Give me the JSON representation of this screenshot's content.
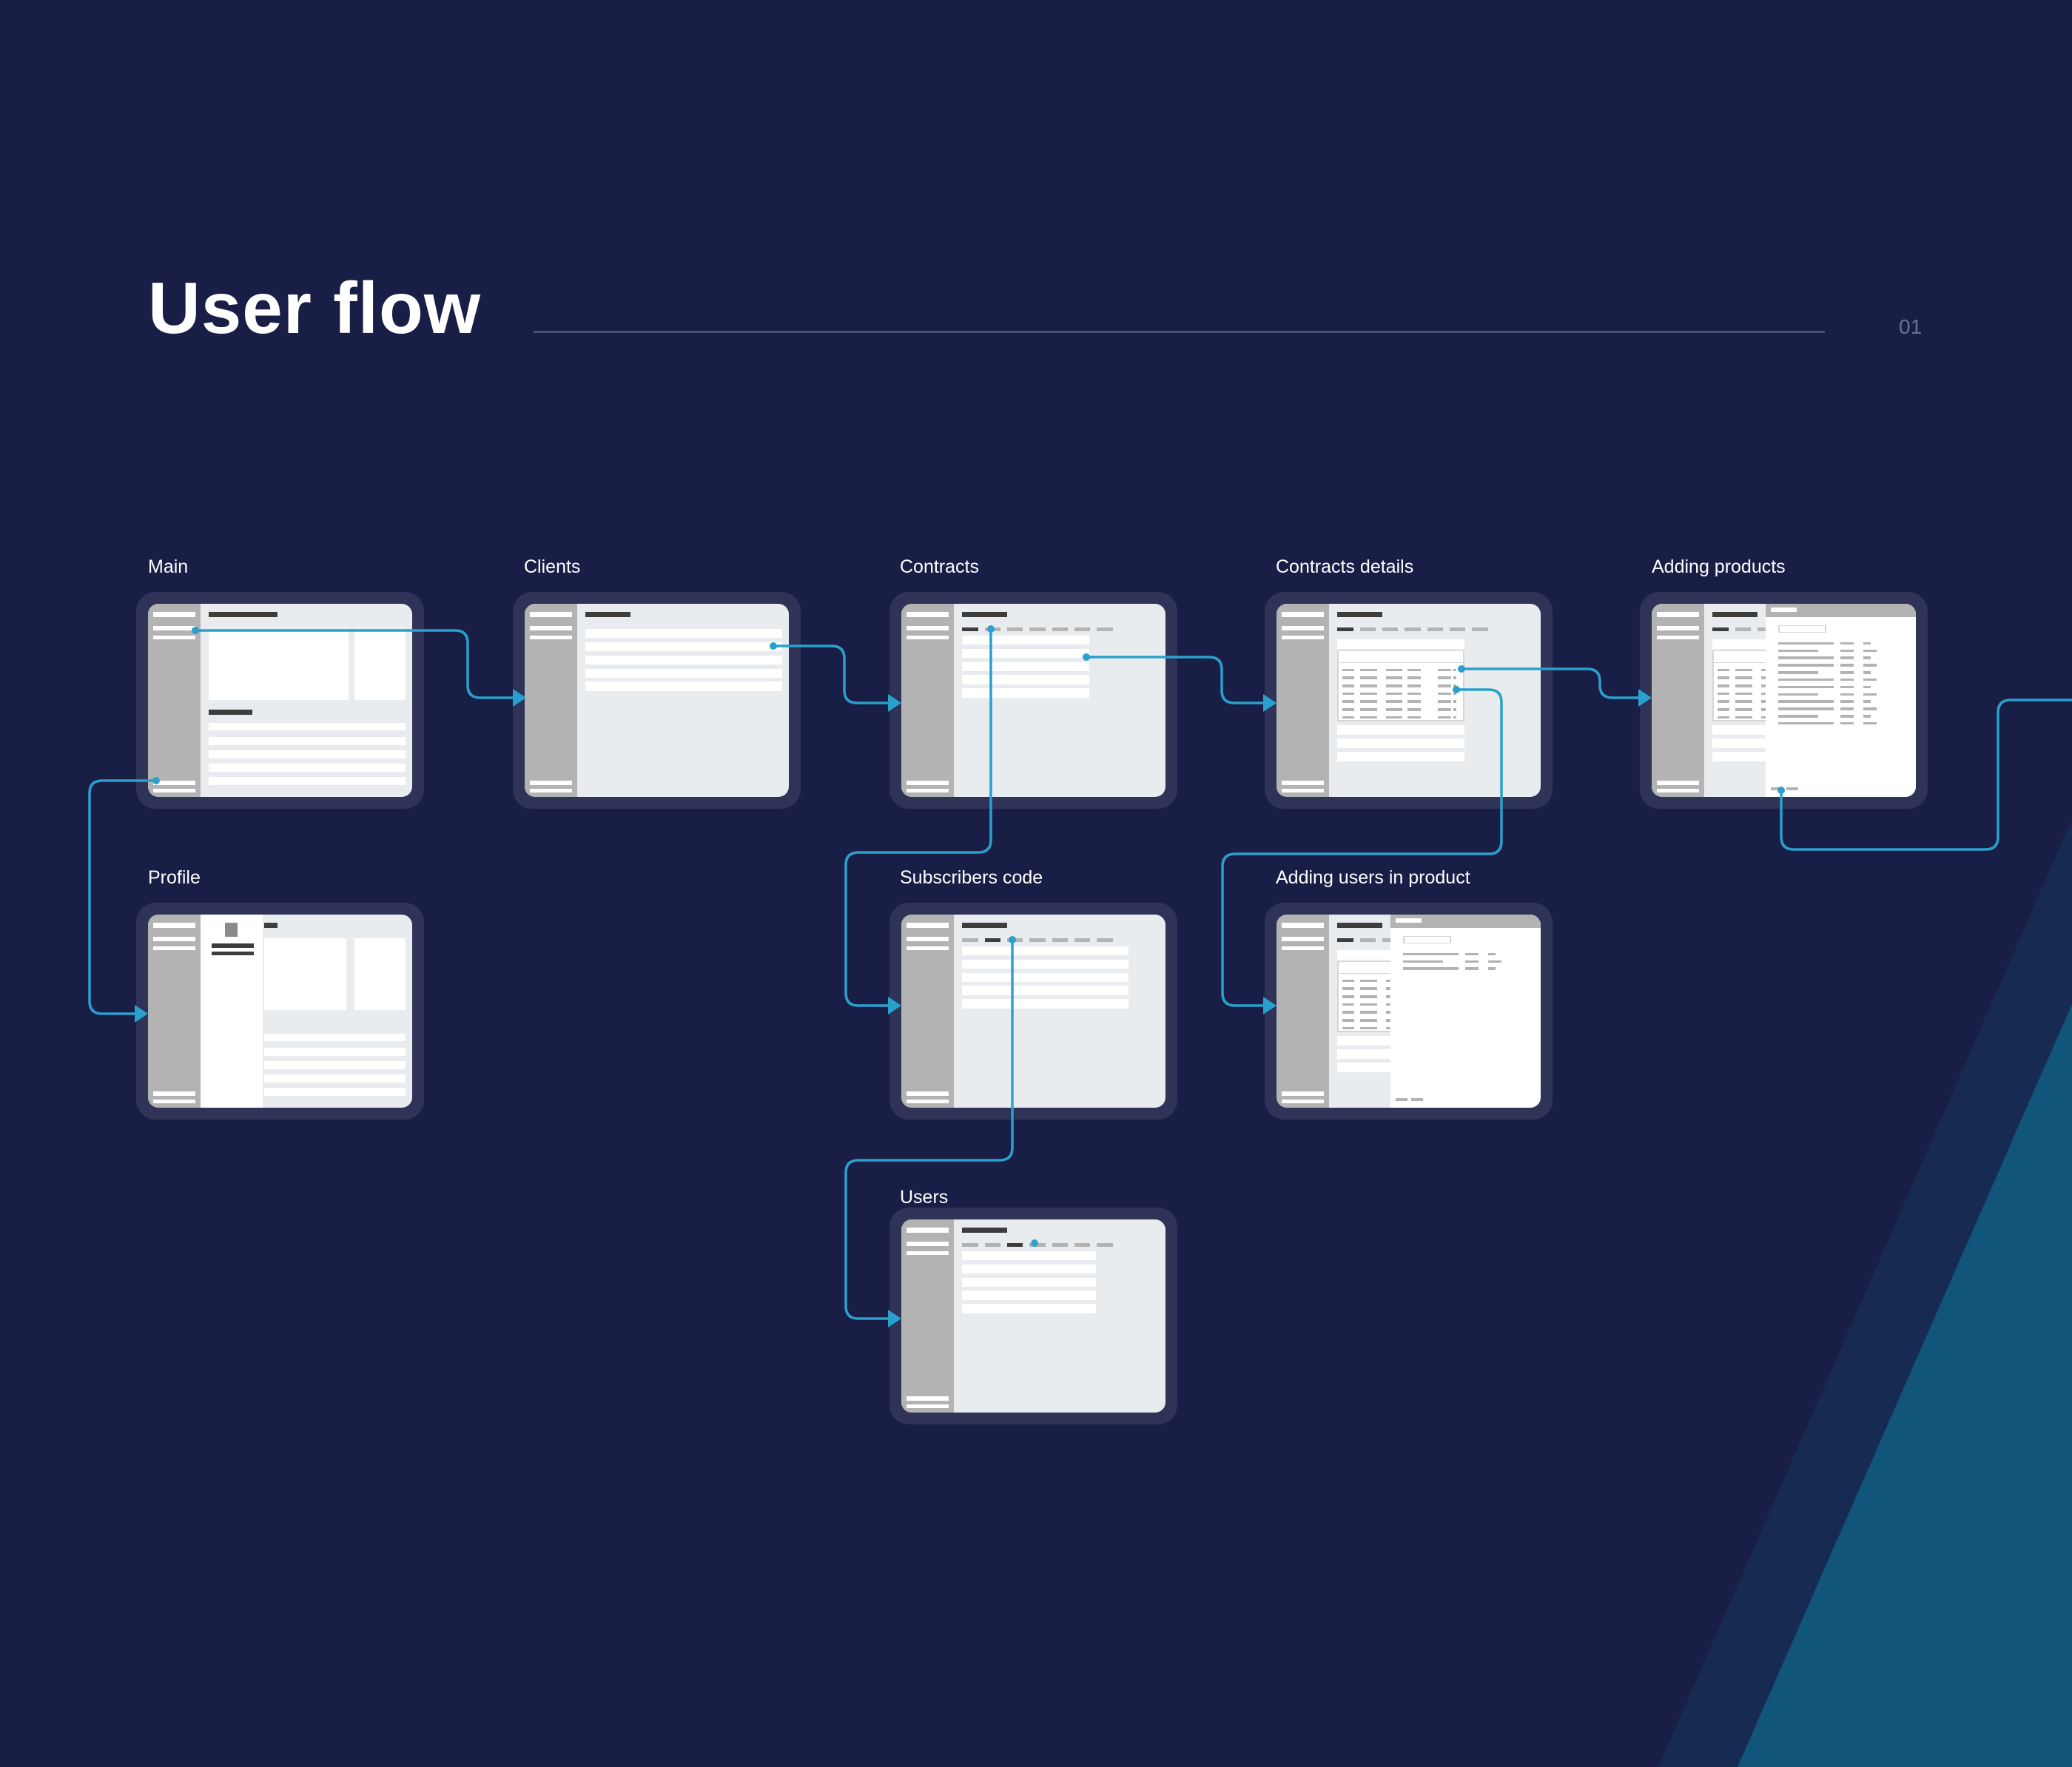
{
  "header": {
    "title": "User flow",
    "page_number": "01"
  },
  "cards": [
    {
      "id": "main",
      "label": "Main"
    },
    {
      "id": "clients",
      "label": "Clients"
    },
    {
      "id": "contracts",
      "label": "Contracts"
    },
    {
      "id": "contracts-details",
      "label": "Contracts details"
    },
    {
      "id": "adding-products",
      "label": "Adding products"
    },
    {
      "id": "profile",
      "label": "Profile"
    },
    {
      "id": "subscribers-code",
      "label": "Subscribers code"
    },
    {
      "id": "adding-users",
      "label": "Adding users in product"
    },
    {
      "id": "users",
      "label": "Users"
    }
  ],
  "colors": {
    "background": "#191e46",
    "connector": "#2aa0cc",
    "frame": "#2e3357"
  }
}
